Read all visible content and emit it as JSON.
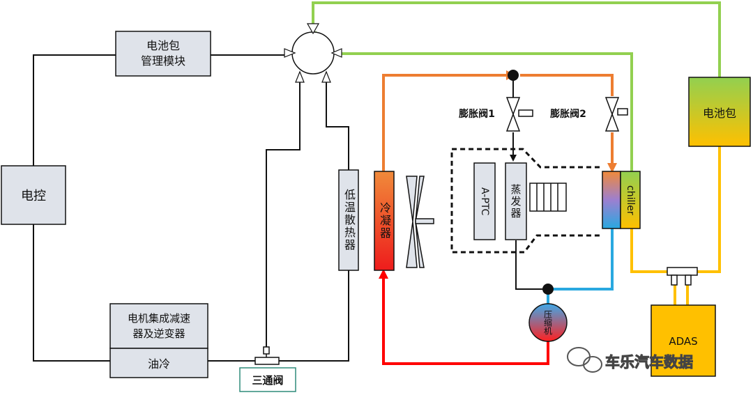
{
  "labels": {
    "bms": "电池包\n管理模块",
    "ecu": "电控",
    "motor": "电机集成减速\n器及逆变器",
    "oil_cool": "油冷",
    "three_way": "三通阀",
    "lt_radiator": "低温散热器",
    "condenser": "冷凝器",
    "a_ptc": "A-PTC",
    "evaporator": "蒸发器",
    "exp_valve_1": "膨胀阀1",
    "exp_valve_2": "膨胀阀2",
    "chiller": "chiller",
    "battery_pack": "电池包",
    "compressor": "压缩机",
    "adas": "ADAS",
    "watermark": "车乐汽车数据"
  },
  "colors": {
    "coolant_green": "#92d050",
    "refrigerant_orange": "#ed7d31",
    "hot_red": "#ff0000",
    "cold_blue": "#29a8e0",
    "adas_yellow": "#ffc000",
    "box_gray": "#dfe3ea",
    "line_black": "#111111"
  }
}
